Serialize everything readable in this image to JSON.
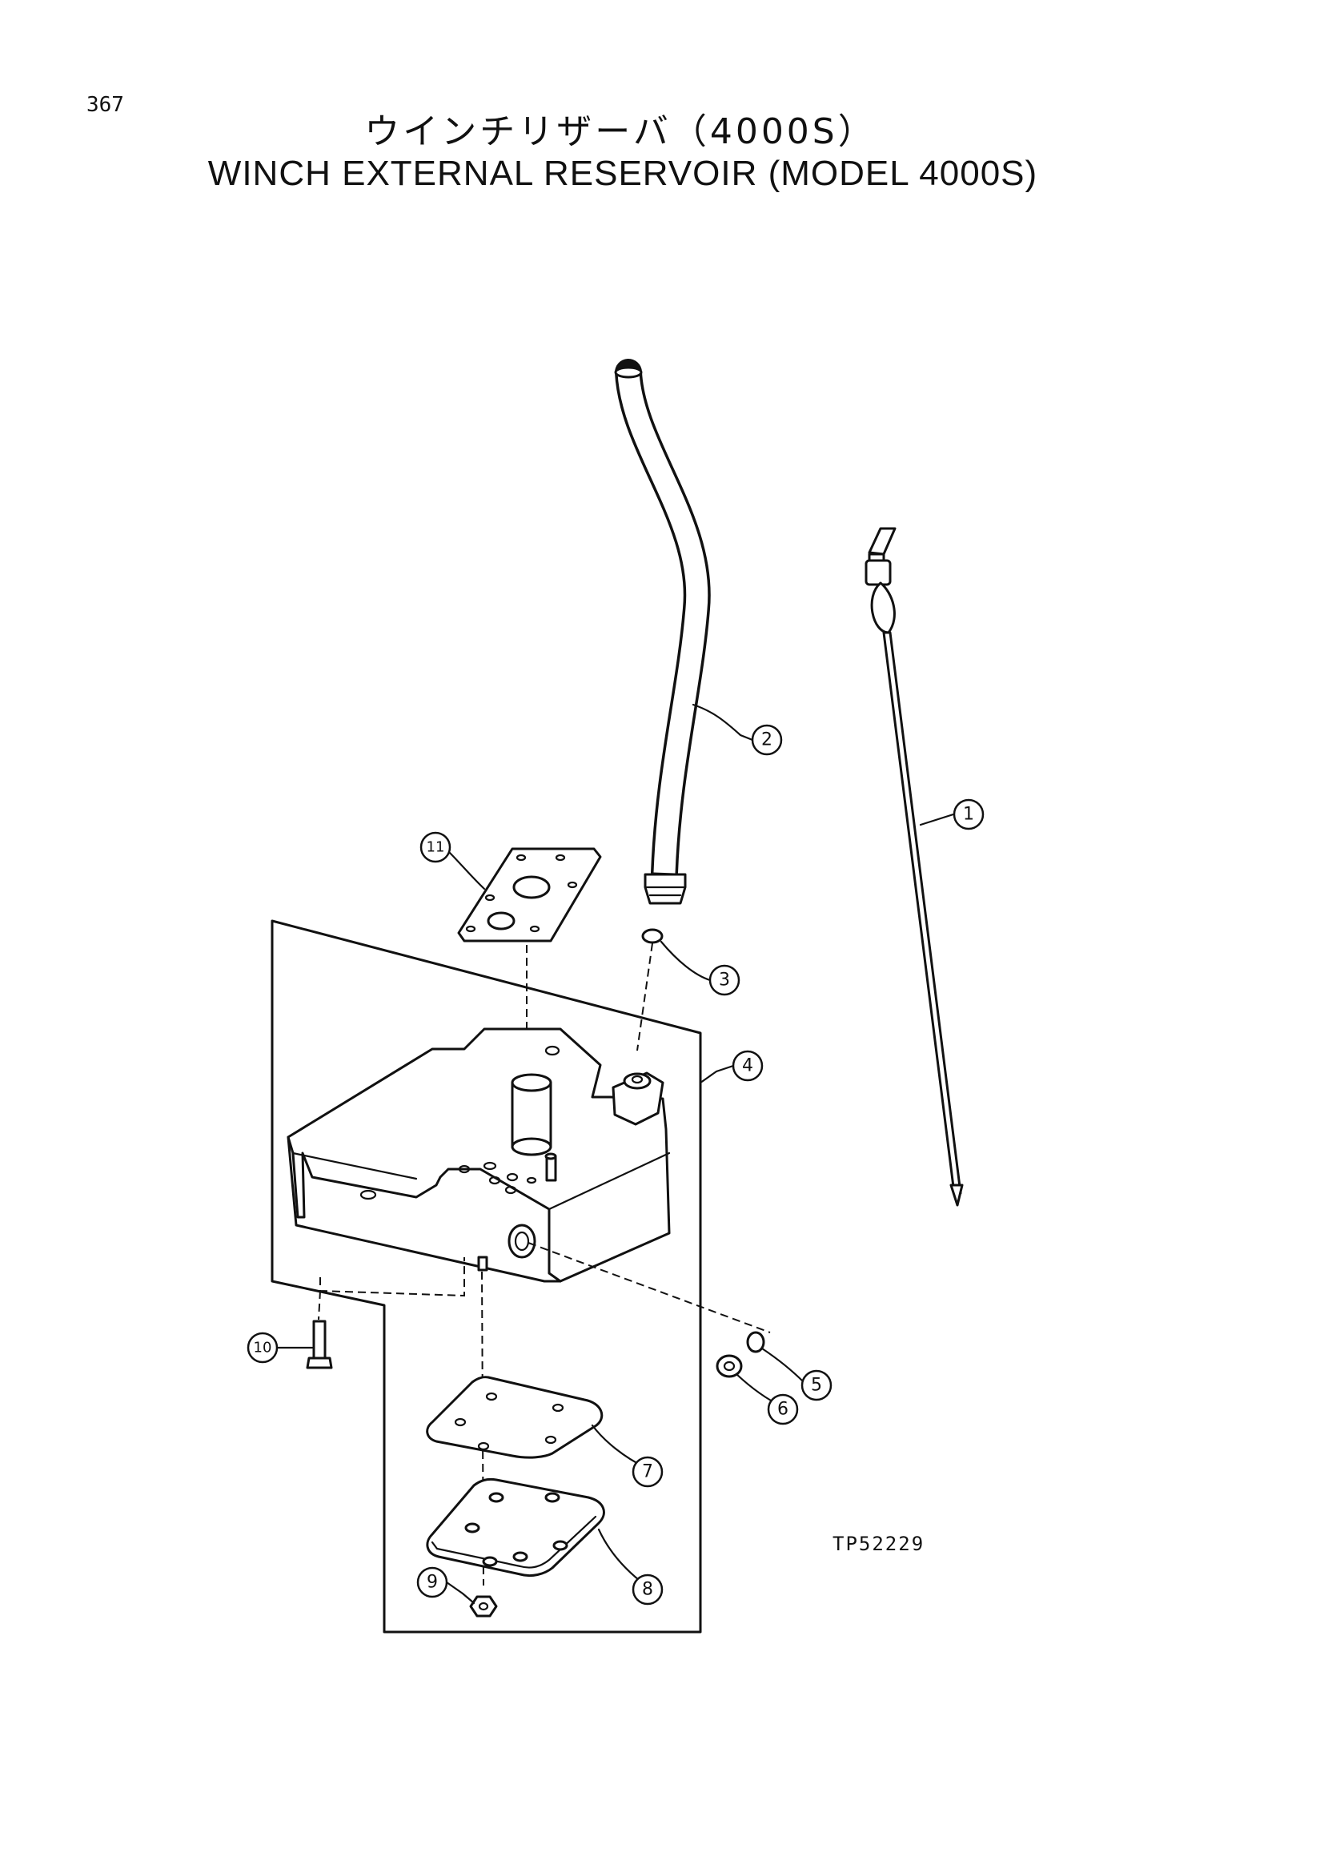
{
  "page": {
    "number": "367",
    "title_jp": "ウインチリザーバ（4000S）",
    "title_en": "WINCH EXTERNAL RESERVOIR (MODEL 4000S)",
    "drawing_code": "TP52229"
  },
  "callouts": {
    "c1": "1",
    "c2": "2",
    "c3": "3",
    "c4": "4",
    "c5": "5",
    "c6": "6",
    "c7": "7",
    "c8": "8",
    "c9": "9",
    "c10": "10",
    "c11": "11"
  }
}
